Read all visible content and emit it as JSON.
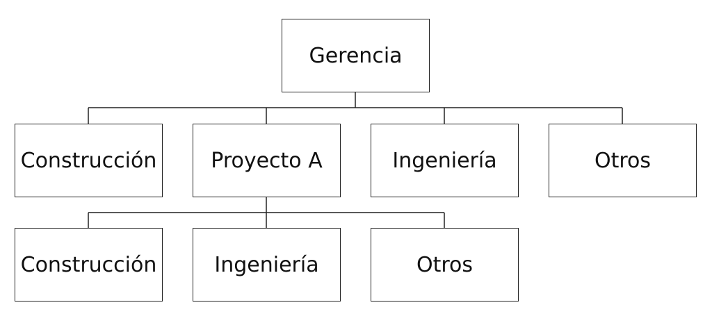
{
  "root": {
    "label": "Gerencia"
  },
  "level1": [
    {
      "label": "Construcción"
    },
    {
      "label": "Proyecto A"
    },
    {
      "label": "Ingeniería"
    },
    {
      "label": "Otros"
    }
  ],
  "level2": [
    {
      "label": "Construcción"
    },
    {
      "label": "Ingeniería"
    },
    {
      "label": "Otros"
    }
  ],
  "colors": {
    "line": "#222222",
    "text": "#111111",
    "background": "#ffffff"
  }
}
